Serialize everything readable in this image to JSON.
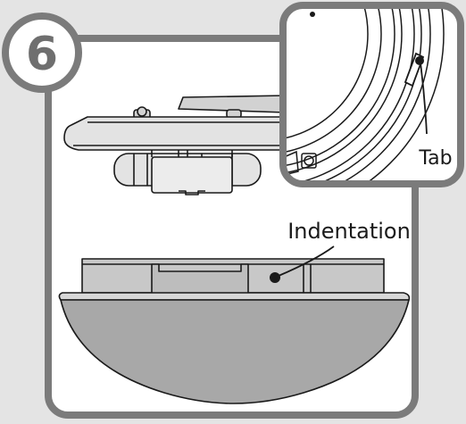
{
  "step_number": "6",
  "labels": {
    "tab": "Tab",
    "indentation": "Indentation"
  },
  "colors": {
    "background": "#e4e4e4",
    "frame": "#7b7b7b",
    "panel": "#ffffff",
    "line": "#1a1a1a",
    "cover_fill": "#a8a8a8",
    "base_fill": "#c8c8c8"
  },
  "icons": [
    "step-number-badge",
    "zoom-inset",
    "callout-dot"
  ]
}
